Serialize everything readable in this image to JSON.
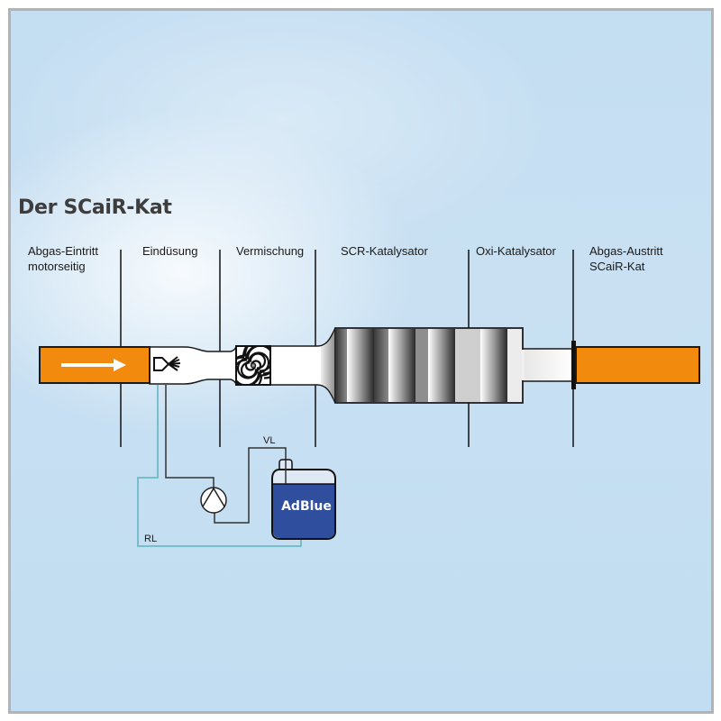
{
  "title": "Der SCaiR-Kat",
  "sections": [
    {
      "label_line1": "Abgas-Eintritt",
      "label_line2": "motorseitig"
    },
    {
      "label_line1": "Eindüsung",
      "label_line2": ""
    },
    {
      "label_line1": "Vermischung",
      "label_line2": ""
    },
    {
      "label_line1": "SCR-Katalysator",
      "label_line2": ""
    },
    {
      "label_line1": "Oxi-Katalysator",
      "label_line2": ""
    },
    {
      "label_line1": "Abgas-Austritt",
      "label_line2": "SCaiR-Kat"
    }
  ],
  "tank": {
    "label": "AdBlue"
  },
  "lines": {
    "supply": "VL",
    "return": "RL"
  },
  "icons": [
    "flow-arrow-icon",
    "injection-nozzle-icon",
    "mixer-swirl-icon",
    "pump-icon",
    "tank-icon"
  ],
  "colors": {
    "exhaust_orange": "#f28a0d",
    "adblue_blue": "#2f4f9e",
    "return_line": "#5bb3bd",
    "background": "#c4def2",
    "frame": "#b3b3b3"
  }
}
